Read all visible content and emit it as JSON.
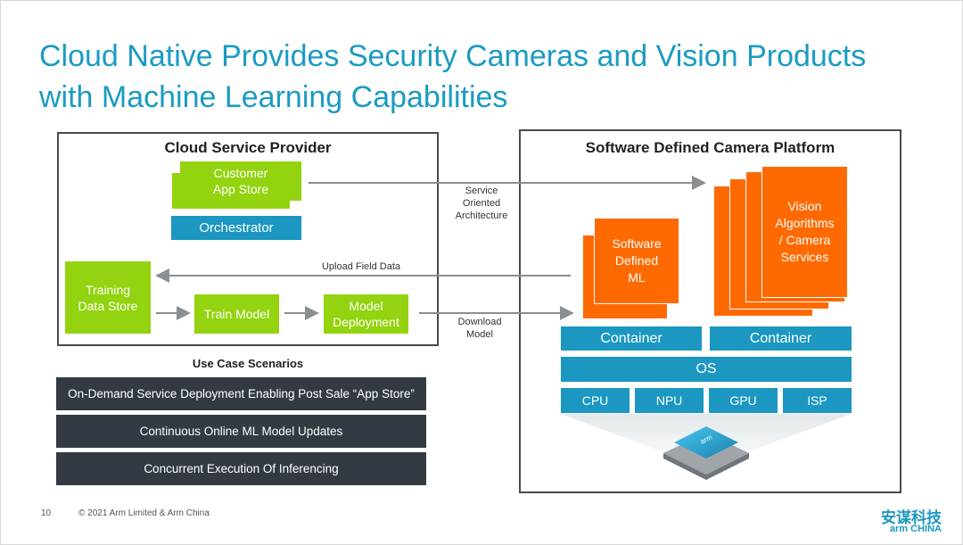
{
  "slide": {
    "title_line1": "Cloud Native Provides Security Cameras and Vision Products",
    "title_line2": "with Machine Learning Capabilities",
    "page_number": "10",
    "copyright": "© 2021 Arm Limited & Arm China",
    "logo_cn": "安谋科技",
    "logo_en": "arm CHINA"
  },
  "cloud": {
    "title": "Cloud Service Provider",
    "app_store": [
      "Customer",
      "App Store"
    ],
    "orchestrator": "Orchestrator",
    "training_store": [
      "Training",
      "Data Store"
    ],
    "train_model": "Train Model",
    "model_deployment": [
      "Model",
      "Deployment"
    ]
  },
  "camera": {
    "title": "Software Defined Camera Platform",
    "sdml": [
      "Software",
      "Defined",
      "ML"
    ],
    "vision": [
      "Vision",
      "Algorithms",
      "/ Camera",
      "Services"
    ],
    "container_left": "Container",
    "container_right": "Container",
    "os": "OS",
    "chips": [
      "CPU",
      "NPU",
      "GPU",
      "ISP"
    ],
    "soc_label": "arm"
  },
  "connectors": {
    "soa": [
      "Service",
      "Oriented",
      "Architecture"
    ],
    "upload": "Upload Field Data",
    "download": [
      "Download",
      "Model"
    ]
  },
  "use_cases": {
    "heading": "Use Case Scenarios",
    "items": [
      "On-Demand Service Deployment Enabling Post Sale “App Store”",
      "Continuous Online ML Model Updates",
      "Concurrent Execution Of Inferencing"
    ]
  },
  "colors": {
    "title": "#1a9bc2",
    "green": "#93d30f",
    "blue": "#1b97c1",
    "orange": "#ff6a00",
    "dark": "#333a41"
  }
}
